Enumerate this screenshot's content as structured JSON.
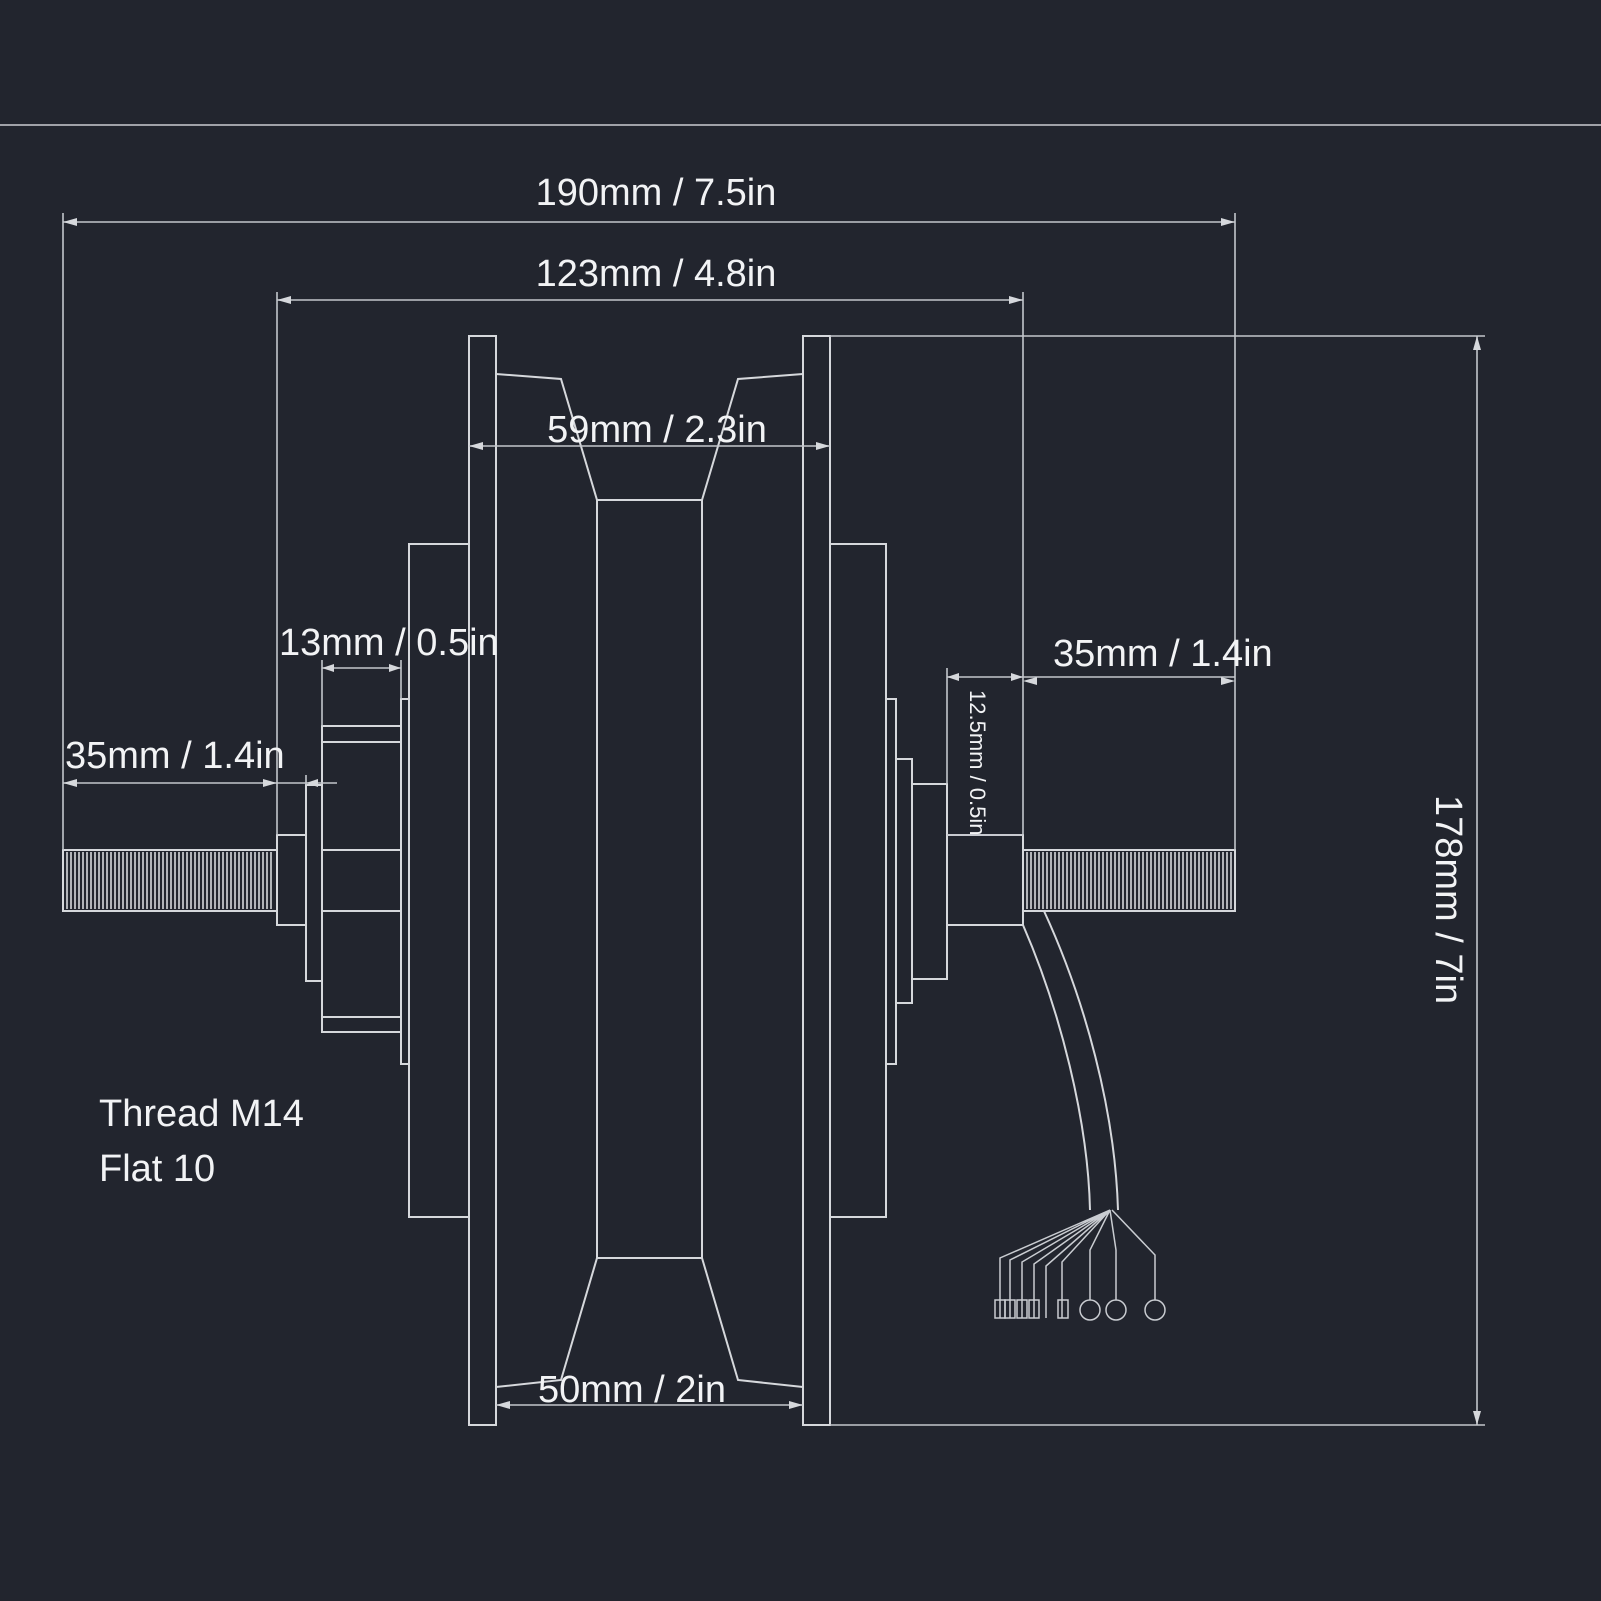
{
  "dimensions": {
    "overall_width": "190mm / 7.5in",
    "hub_width": "123mm / 4.8in",
    "rim_inner_top": "59mm / 2.3in",
    "flat_width": "13mm / 0.5in",
    "axle_left": "35mm / 1.4in",
    "axle_right": "35mm / 1.4in",
    "shoulder_height": "12.5mm / 0.5in",
    "rim_inner_bottom": "50mm / 2in",
    "overall_height": "178mm / 7in"
  },
  "notes": {
    "thread": "Thread M14",
    "flat": "Flat 10"
  },
  "colors": {
    "background": "#22252e",
    "lines": "#d6d8dc",
    "text": "#f2f3f5"
  }
}
